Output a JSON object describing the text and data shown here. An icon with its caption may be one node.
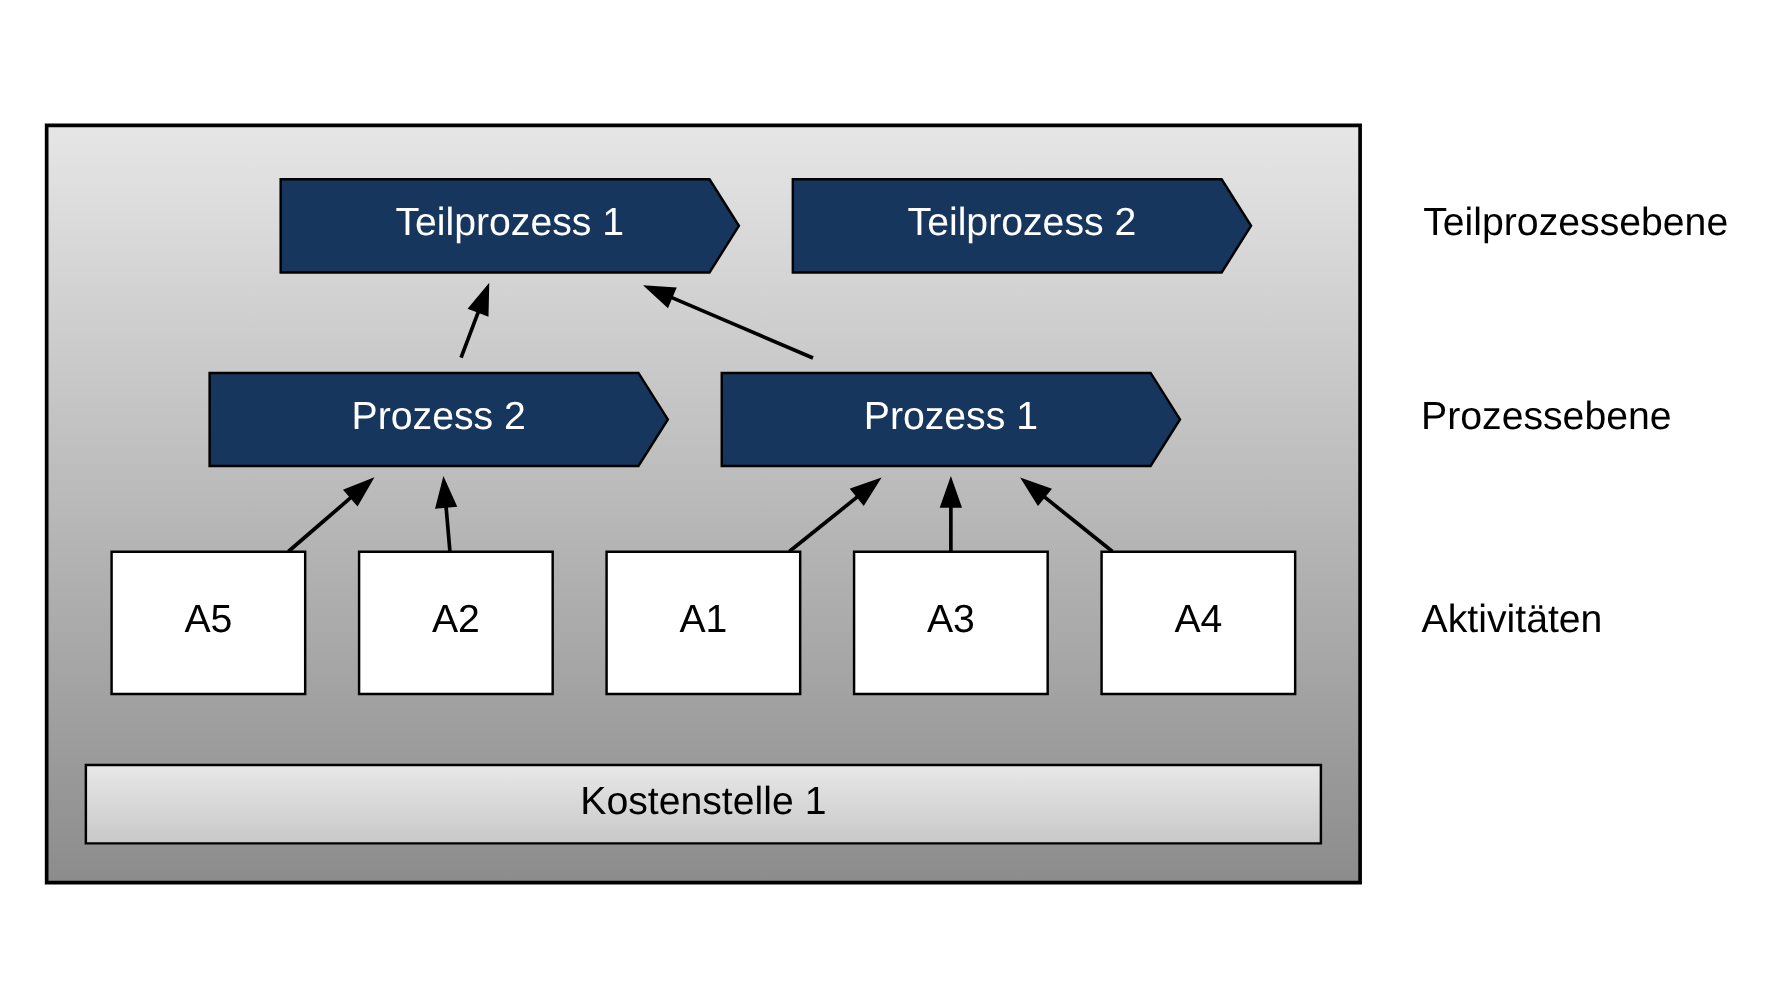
{
  "diagram": {
    "nodes": [
      {
        "text": [],
        "shape": "box"
      },
      {
        "text": [
          "Teilprozess 1"
        ],
        "in": 0
      },
      {
        "text": [
          "Teilprozess 2"
        ],
        "in": 0
      },
      {
        "text": [
          "Prozess 1"
        ],
        "in": 0
      },
      {
        "text": [
          "Prozess 2"
        ],
        "in": 0
      },
      {
        "text": [
          "A1"
        ],
        "in": 0
      },
      {
        "text": [
          "A2"
        ],
        "in": 0
      },
      {
        "text": [
          "A3"
        ],
        "in": 0
      },
      {
        "text": [
          "A4"
        ],
        "in": 0
      },
      {
        "text": [
          "A5"
        ],
        "in": 0
      },
      {
        "text": [
          "Kostenstelle 1"
        ],
        "in": 0
      }
    ],
    "edges": [
      {
        "from": 5,
        "to": 3,
        "arrow": "to"
      },
      {
        "from": 6,
        "to": 4,
        "arrow": "to"
      },
      {
        "from": 7,
        "to": 3,
        "arrow": "to"
      },
      {
        "from": 8,
        "to": 3,
        "arrow": "to"
      },
      {
        "from": 9,
        "to": 4,
        "arrow": "to"
      },
      {
        "from": 3,
        "to": 1,
        "arrow": "to"
      },
      {
        "from": 4,
        "to": 1,
        "arrow": "to"
      }
    ],
    "labels": [
      "Teilprozessebene",
      "Prozessebene",
      "Aktivitäten"
    ]
  }
}
